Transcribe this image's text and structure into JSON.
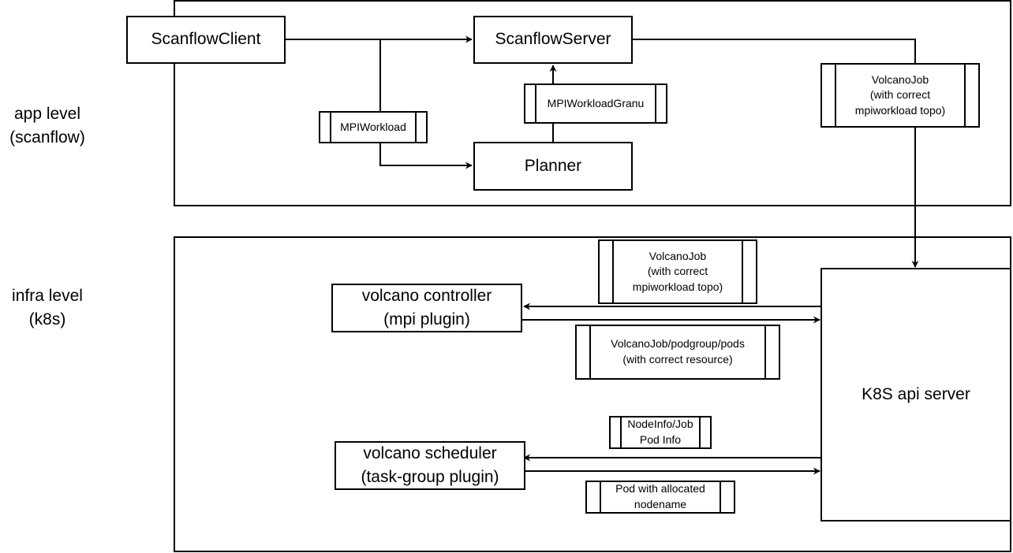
{
  "levels": {
    "app": "app level\n(scanflow)",
    "infra": "infra level\n(k8s)"
  },
  "nodes": {
    "scanflow_client": "ScanflowClient",
    "scanflow_server": "ScanflowServer",
    "planner": "Planner",
    "volcano_controller": "volcano controller\n(mpi plugin)",
    "volcano_scheduler": "volcano scheduler\n(task-group plugin)",
    "k8s_api_server": "K8S api server"
  },
  "messages": {
    "mpi_workload": "MPIWorkload",
    "mpi_workload_granu": "MPIWorkloadGranu",
    "volcano_job_app": "VolcanoJob\n(with correct\nmpiworkload topo)",
    "volcano_job_infra": "VolcanoJob\n(with correct\nmpiworkload topo)",
    "volcano_job_podgroup_pods": "VolcanoJob/podgroup/pods\n(with correct resource)",
    "nodeinfo_job_pod_info": "NodeInfo/Job\nPod Info",
    "pod_with_allocated_nodename": "Pod with allocated\nnodename"
  }
}
